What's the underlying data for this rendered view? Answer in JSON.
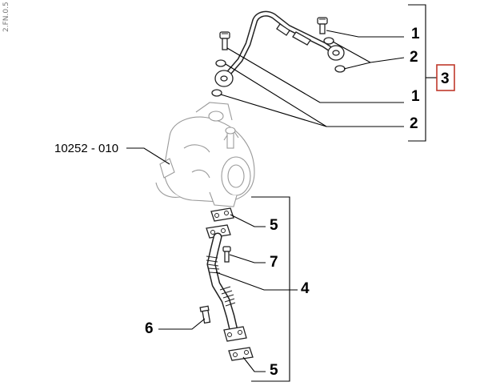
{
  "watermark": "2.FN.0.5",
  "reference_code": "10252 - 010",
  "callouts": {
    "bolt_upper_right": "1",
    "washers_upper_right": "2",
    "kit": "3",
    "bolt_upper_left": "1",
    "washers_upper_left": "2",
    "gasket_upper": "5",
    "bolt_lower": "7",
    "return_pipe": "4",
    "stud": "6",
    "gasket_lower": "5"
  },
  "colors": {
    "kit_box": "#c0392b",
    "line": "#000000",
    "faint_part": "#9a9a9a"
  }
}
